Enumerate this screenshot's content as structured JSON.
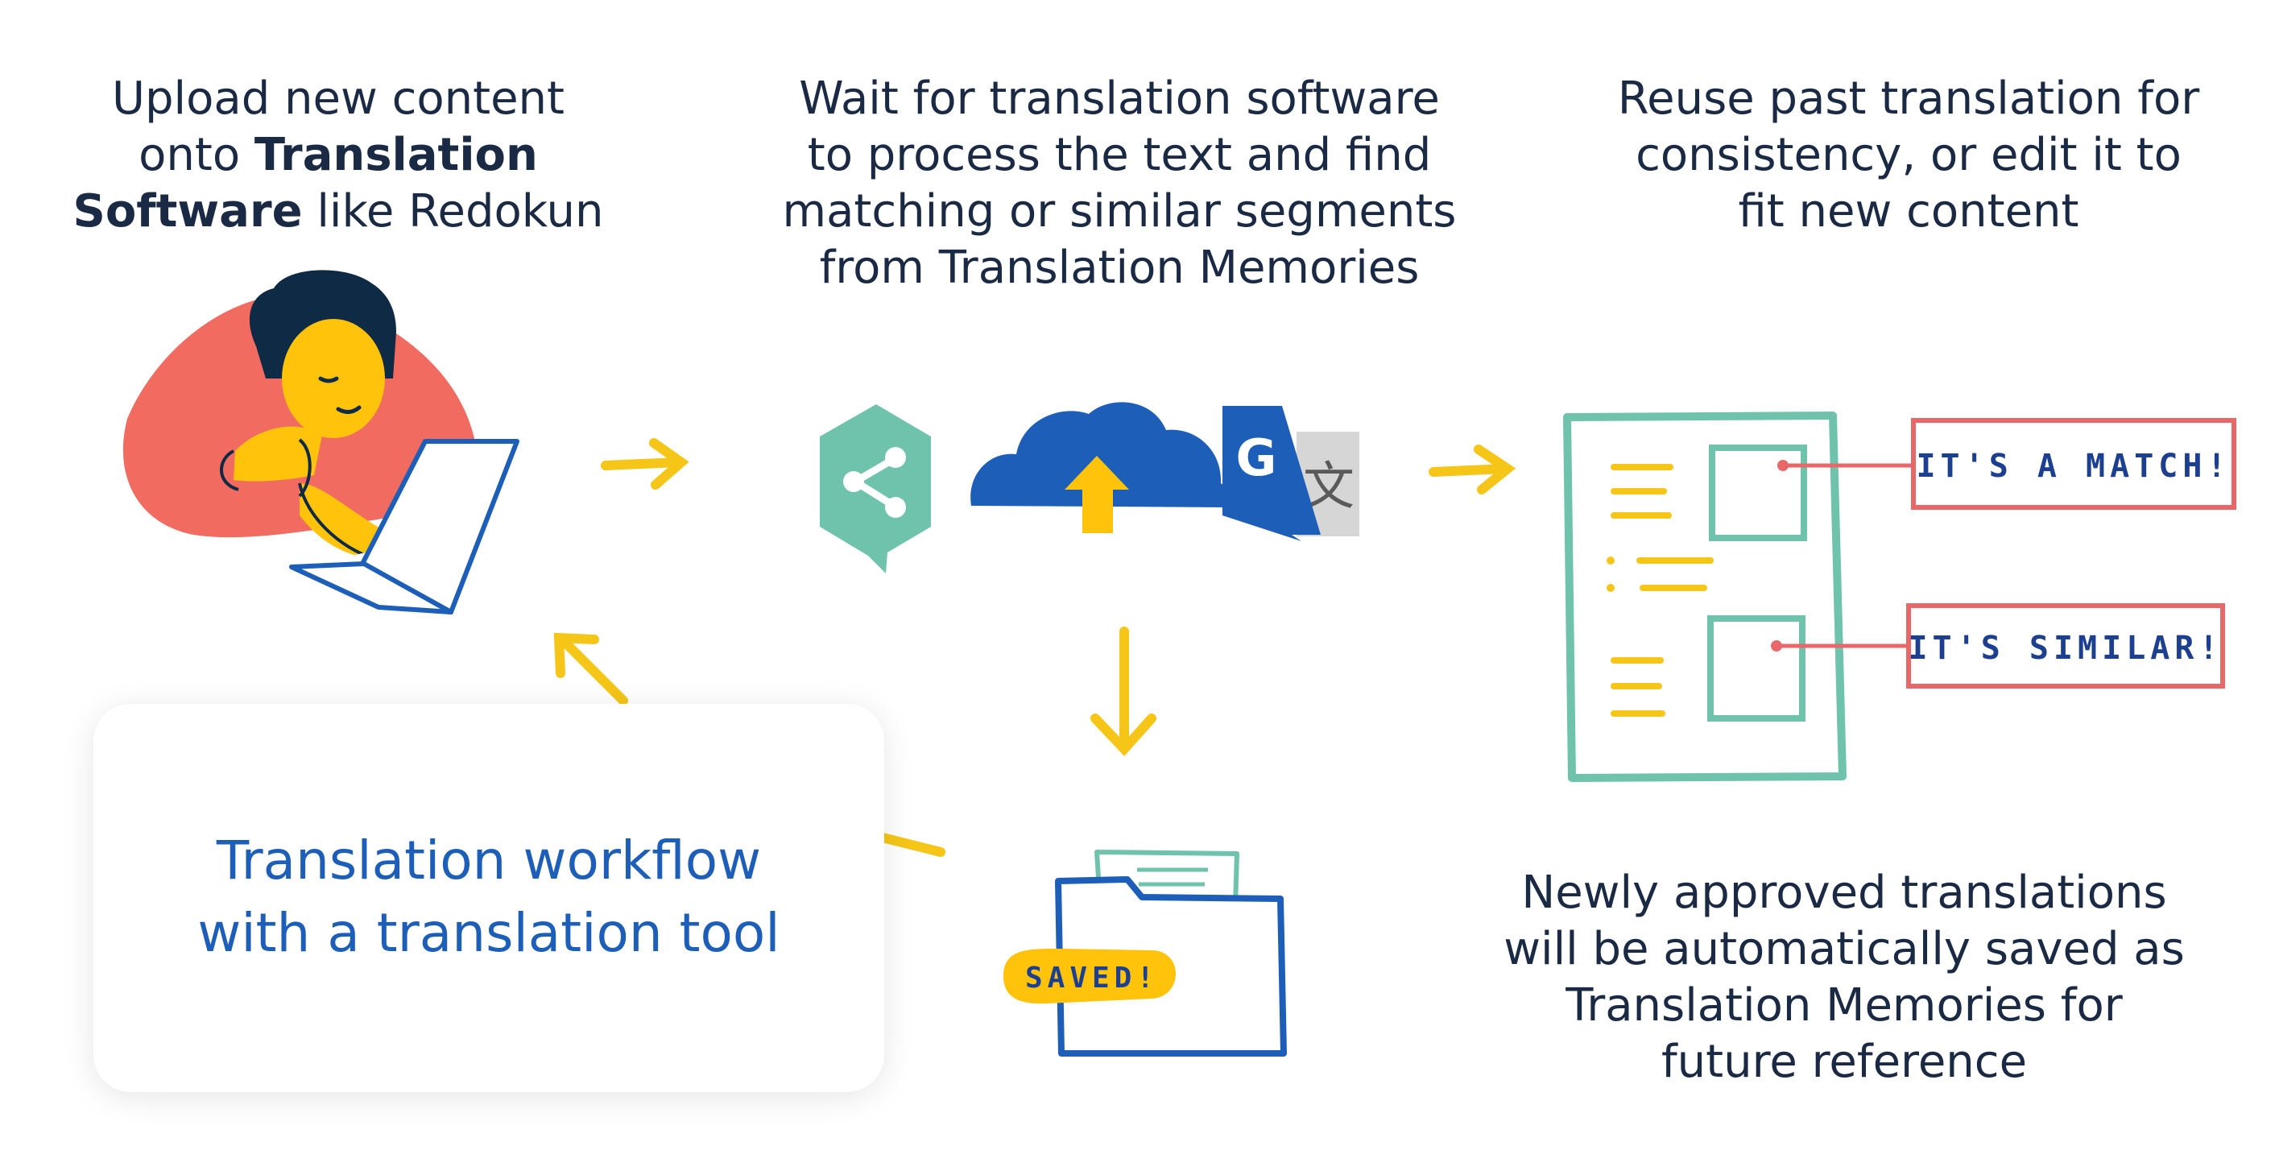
{
  "steps": {
    "upload": {
      "line1": "Upload new content",
      "line2_pre": "onto ",
      "line2_bold": "Translation",
      "line3_bold": "Software",
      "line3_post": " like Redokun"
    },
    "process": {
      "line1": "Wait for translation software",
      "line2": "to process the text and find",
      "line3": "matching or similar segments",
      "line4": "from Translation Memories"
    },
    "reuse": {
      "line1": "Reuse past translation for",
      "line2": "consistency, or edit it to",
      "line3": "fit new content"
    },
    "save": {
      "line1": "Newly approved translations",
      "line2": "will be automatically saved as",
      "line3": "Translation Memories for",
      "line4": "future reference"
    }
  },
  "title": {
    "line1": "Translation workflow",
    "line2": "with a translation tool"
  },
  "labels": {
    "match": "IT'S A MATCH!",
    "similar": "IT'S SIMILAR!",
    "saved": "SAVED!",
    "google_letter": "G",
    "translate_glyph": "文"
  },
  "icons": {
    "person": "person-with-laptop-icon",
    "share": "share-hexagon-icon",
    "cloud": "cloud-upload-icon",
    "translate": "google-translate-icon",
    "document": "document-icon",
    "folder": "folder-icon"
  },
  "colors": {
    "text": "#1b2a44",
    "title": "#1d5fb8",
    "arrow": "#f5c518",
    "teal": "#6fc3ad",
    "coral": "#e8686a",
    "blue": "#1d5fb8",
    "skin": "#ffc30b",
    "hair": "#0f2a44"
  }
}
